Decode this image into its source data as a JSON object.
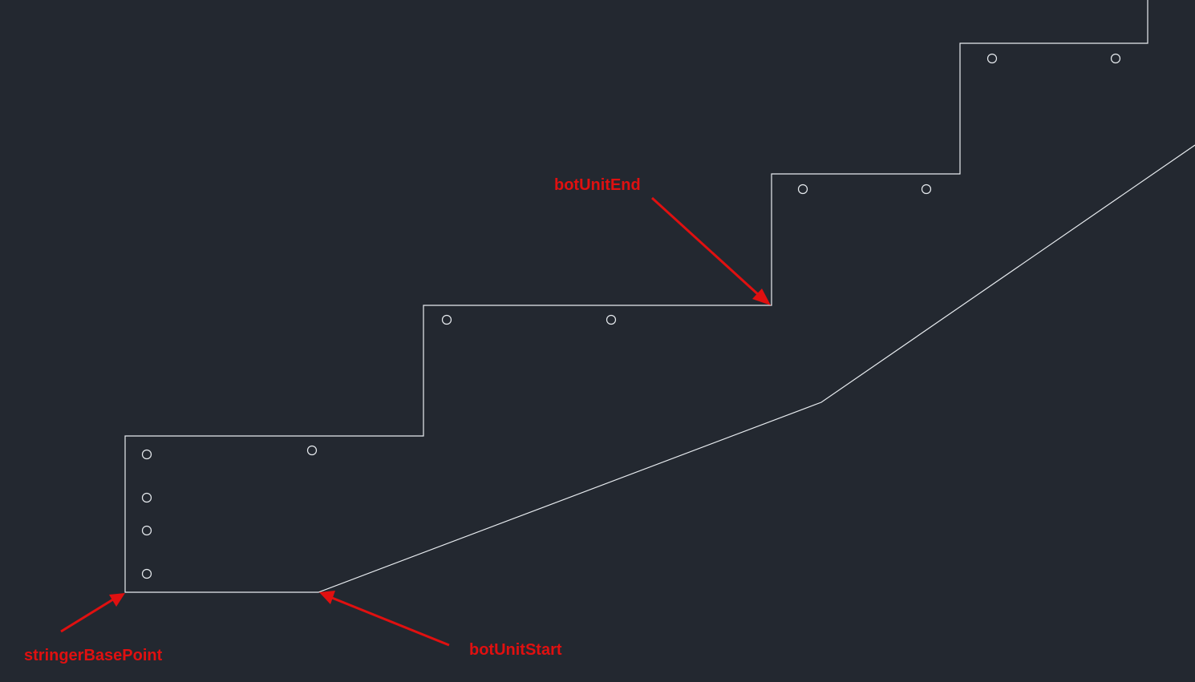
{
  "drawing": {
    "background_color": "#232830",
    "line_color": "#e8ecf0",
    "annotation_color": "#e01010"
  },
  "annotations": {
    "bot_unit_end": "botUnitEnd",
    "string_base_point": "stringerBasePoint",
    "bot_unit_start": "botUnitStart"
  }
}
